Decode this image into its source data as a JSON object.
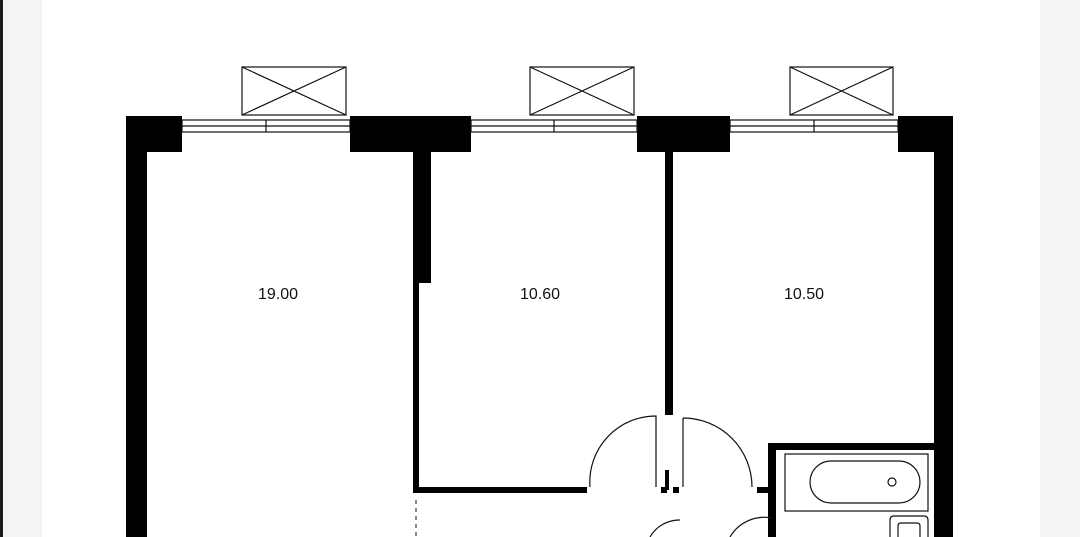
{
  "floorplan": {
    "rooms": [
      {
        "id": "room-1",
        "area": "19.00"
      },
      {
        "id": "room-2",
        "area": "10.60"
      },
      {
        "id": "room-3",
        "area": "10.50"
      }
    ],
    "colors": {
      "wall": "#000000",
      "line": "#111111",
      "background": "#ffffff",
      "margin": "#f4f4f4"
    }
  }
}
